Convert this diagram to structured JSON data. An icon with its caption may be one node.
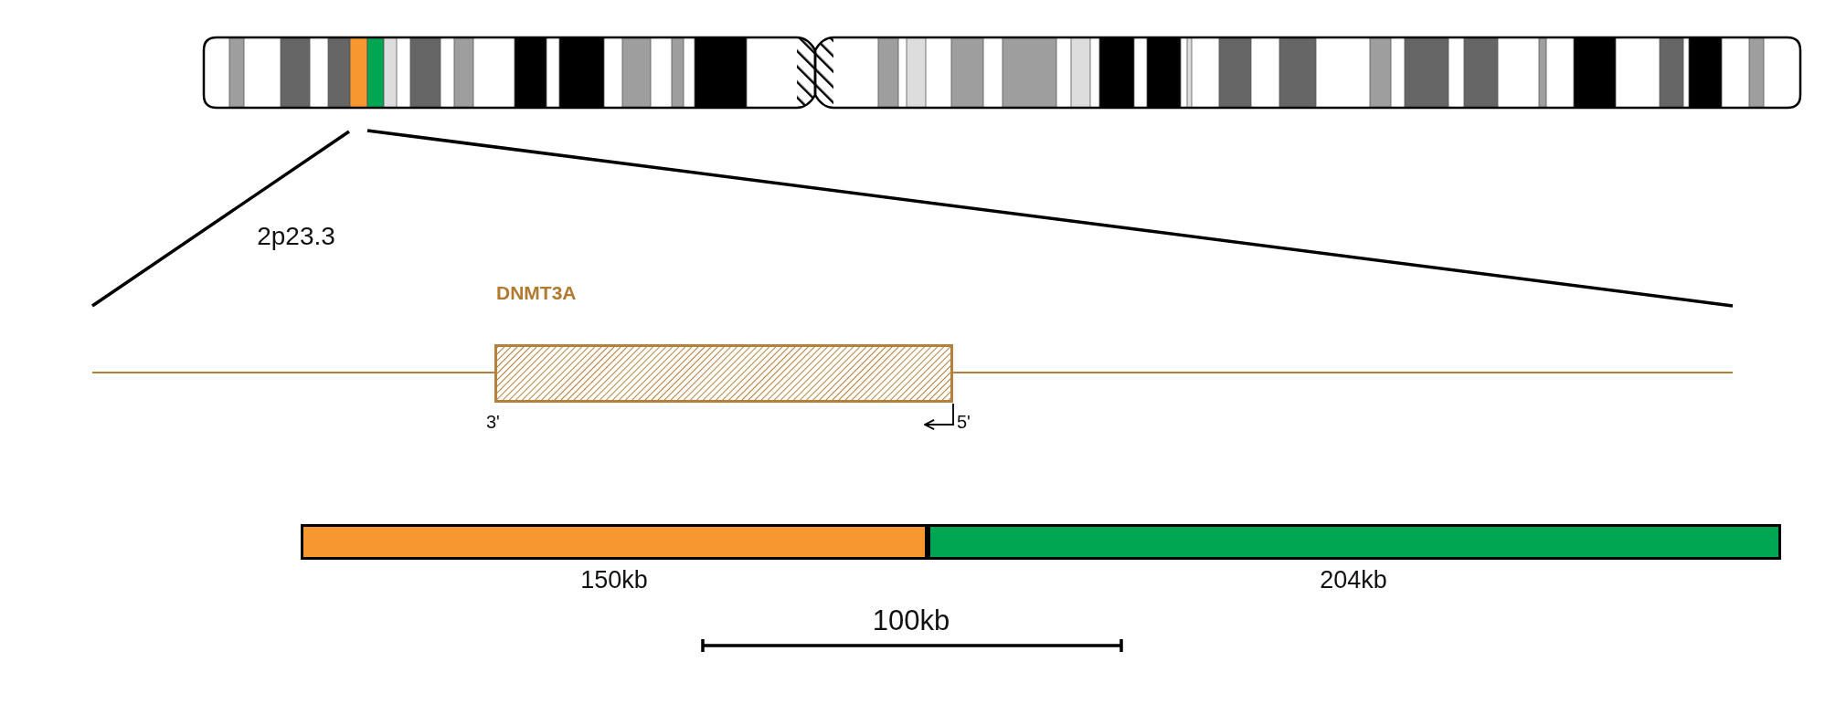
{
  "diagram": {
    "nodes": [
      {
        "text": [
          "DNMT3A"
        ],
        "beside": [
          "3'",
          "5'"
        ]
      },
      {
        "text": [],
        "shape": "bar",
        "beside": [
          "150kb"
        ]
      },
      {
        "text": [],
        "shape": "bar",
        "beside": [
          "204kb"
        ]
      }
    ],
    "edges": [],
    "labels": [
      "2p23.3",
      "100kb"
    ]
  }
}
